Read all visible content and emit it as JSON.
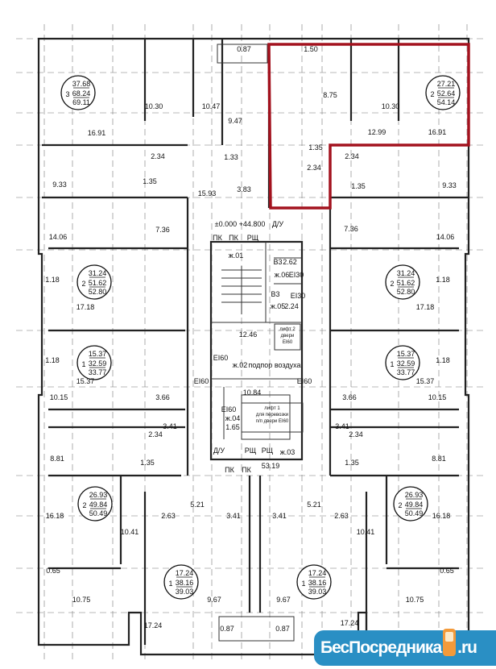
{
  "title": "Floor plan",
  "apartments": [
    {
      "rooms": "3",
      "living": "37.68",
      "total": "68.24",
      "total_full": "69.11"
    },
    {
      "rooms": "2",
      "living": "27.21",
      "total": "52.64",
      "total_full": "54.14"
    },
    {
      "rooms": "2",
      "living": "31.24",
      "total": "51.62",
      "total_full": "52.80"
    },
    {
      "rooms": "1",
      "living": "15.37",
      "total": "32.59",
      "total_full": "33.77"
    },
    {
      "rooms": "2",
      "living": "31.24",
      "total": "51.62",
      "total_full": "52.80"
    },
    {
      "rooms": "1",
      "living": "15.37",
      "total": "32.59",
      "total_full": "33.77"
    },
    {
      "rooms": "2",
      "living": "26.93",
      "total": "49.84",
      "total_full": "50.49"
    },
    {
      "rooms": "2",
      "living": "26.93",
      "total": "49.84",
      "total_full": "50.49"
    },
    {
      "rooms": "1",
      "living": "17.24",
      "total": "38.16",
      "total_full": "39.03"
    },
    {
      "rooms": "1",
      "living": "17.24",
      "total": "38.16",
      "total_full": "39.03"
    }
  ],
  "room_labels": [
    "10.30",
    "10.47",
    "16.91",
    "9.33",
    "2.34",
    "1.35",
    "15.93",
    "7.36",
    "14.06",
    "0.87",
    "9.47",
    "1.33",
    "3.83",
    "1.50",
    "8.75",
    "10.30",
    "12.99",
    "16.91",
    "1.35",
    "2.34",
    "2.34",
    "1.35",
    "9.33",
    "7.36",
    "14.06",
    "1.18",
    "17.18",
    "1.18",
    "15.37",
    "10.15",
    "3.66",
    "3.41",
    "2.34",
    "1.35",
    "8.81",
    "1.18",
    "17.18",
    "1.18",
    "15.37",
    "10.15",
    "3.66",
    "3.41",
    "2.34",
    "1.35",
    "8.81",
    "16.18",
    "5.21",
    "2.63",
    "3.41",
    "10.41",
    "0.65",
    "10.75",
    "9.67",
    "17.24",
    "0.87",
    "16.18",
    "5.21",
    "2.63",
    "3.41",
    "10.41",
    "0.65",
    "10.75",
    "9.67",
    "17.24",
    "0.87"
  ],
  "core_labels": [
    "±0.000  +44.800",
    "Д/У",
    "ж.01",
    "В3",
    "2.62",
    "ж.06",
    "EI30",
    "В3",
    "EI30",
    "ж.05",
    "2.24",
    "12.46",
    "EI60",
    "ж.02",
    "подпор воздуха",
    "EI60",
    "EI60",
    "10.84",
    "EI60",
    "ж.04",
    "1.65",
    "Д/У",
    "ж.03",
    "53.19",
    "ПК",
    "ПК",
    "РЩ",
    "РЩ",
    "РЩ",
    "ПК",
    "ПК"
  ],
  "lift_labels": [
    [
      "лифт 2",
      "двери",
      "EI60"
    ],
    [
      "лифт 1",
      "для перевозки",
      "п/п двери EI60"
    ]
  ],
  "highlight_color": "#a3121e",
  "watermark": {
    "text": "БесПосредника",
    "suffix": ".ru",
    "color": "#2a8fc4"
  }
}
